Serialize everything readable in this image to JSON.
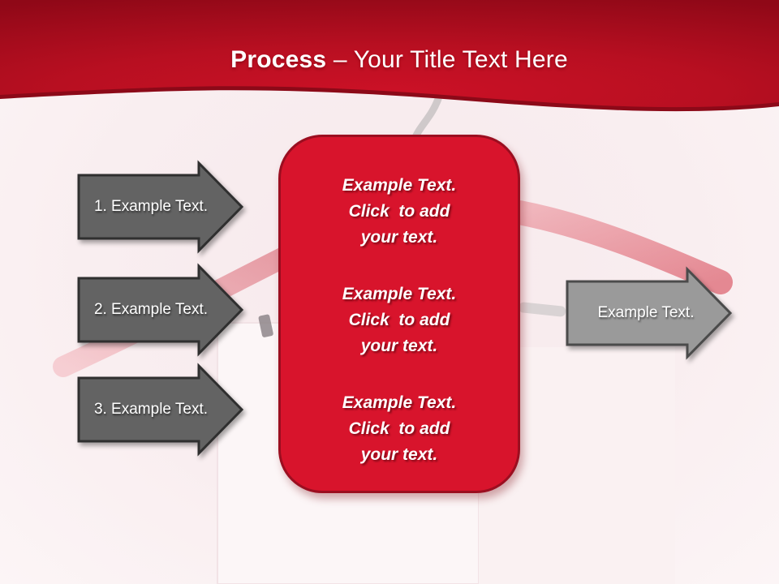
{
  "slide": {
    "title": {
      "bold": "Process",
      "rest": " – Your Title Text Here"
    },
    "left_arrows": [
      {
        "label": "1. Example Text."
      },
      {
        "label": "2. Example Text."
      },
      {
        "label": "3. Example Text."
      }
    ],
    "center_box": {
      "paragraphs": [
        {
          "lines": [
            "Example Text.",
            "Click  to add",
            "your text."
          ]
        },
        {
          "lines": [
            "Example Text.",
            "Click  to add",
            "your text."
          ]
        },
        {
          "lines": [
            "Example Text.",
            "Click  to add",
            "your text."
          ]
        }
      ]
    },
    "right_arrow": {
      "label": "Example Text."
    },
    "colors": {
      "header_bright_red": "#c9122a",
      "header_dark_red": "#8f0817",
      "box_fill_red": "#d8142c",
      "box_border_red": "#9b0e20",
      "left_arrow_gray": "#636363",
      "right_arrow_gray": "#9a9a9a",
      "arrow_outline": "#2f2f2f",
      "background_pink": "#f9eef0",
      "text_white": "#ffffff"
    },
    "background_image": "faded red clothes hanger with bar above a white shopping bag"
  }
}
